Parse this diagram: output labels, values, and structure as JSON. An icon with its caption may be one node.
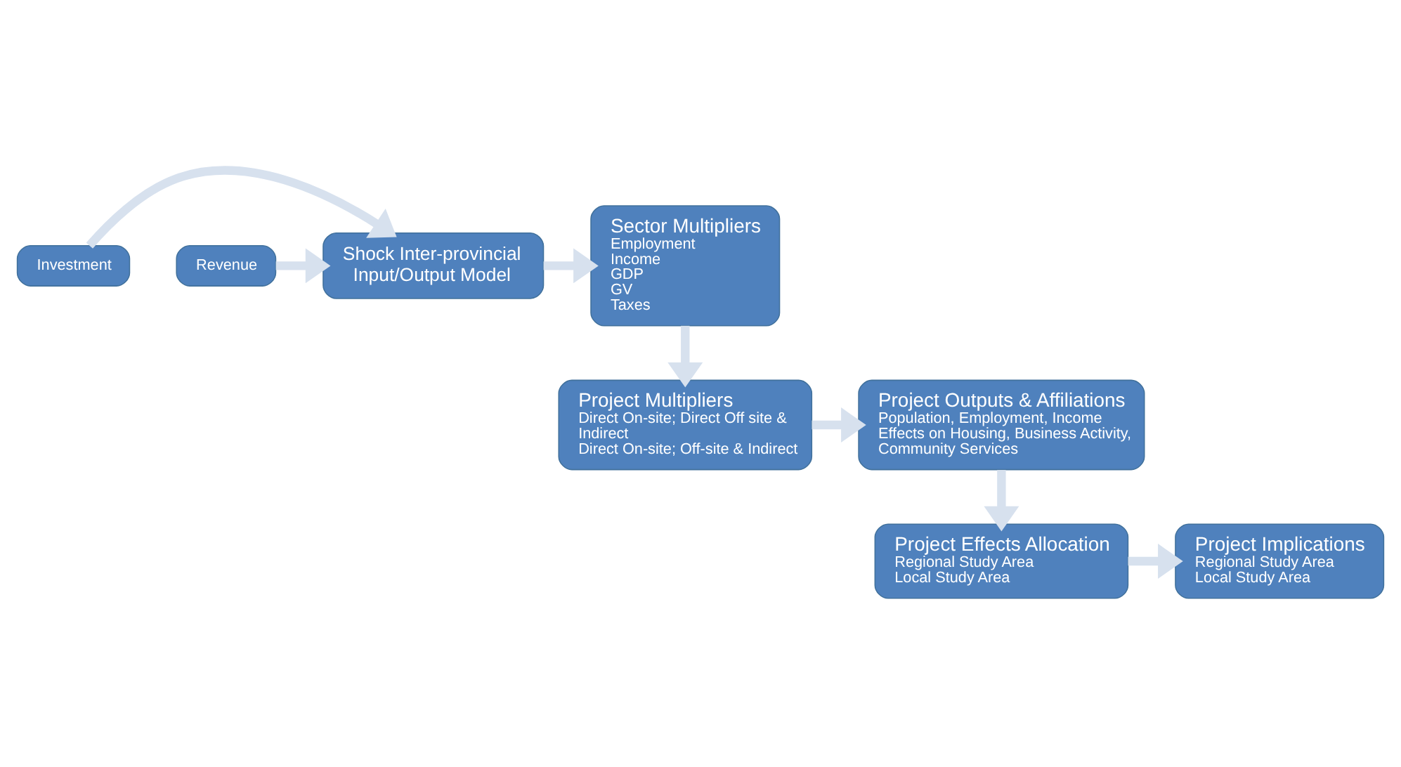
{
  "diagram": {
    "nodes": [
      {
        "text": [
          "Investment"
        ]
      },
      {
        "text": [
          "Revenue"
        ]
      },
      {
        "text": [
          "Shock Inter-provincial Input/Output Model"
        ]
      },
      {
        "text": [
          "Sector Multipliers",
          "Employment",
          "Income",
          "GDP",
          "GV",
          "Taxes"
        ]
      },
      {
        "text": [
          "Project Multipliers",
          "Direct On-site; Direct Off site & Indirect",
          "Direct On-site; Off-site & Indirect"
        ]
      },
      {
        "text": [
          "Project Outputs & Affiliations",
          "Population, Employment, Income",
          "Effects on Housing, Business Activity, Community Services"
        ]
      },
      {
        "text": [
          "Project Effects Allocation",
          "Regional Study Area",
          "Local Study Area"
        ]
      },
      {
        "text": [
          "Project Implications",
          "Regional Study Area",
          "Local Study Area"
        ]
      }
    ],
    "edges": [
      {
        "from": 0,
        "to": 2,
        "arrow": "to"
      },
      {
        "from": 1,
        "to": 2,
        "arrow": "to"
      },
      {
        "from": 2,
        "to": 3,
        "arrow": "to"
      },
      {
        "from": 3,
        "to": 4,
        "arrow": "to"
      },
      {
        "from": 4,
        "to": 5,
        "arrow": "to"
      },
      {
        "from": 5,
        "to": 6,
        "arrow": "to"
      },
      {
        "from": 6,
        "to": 7,
        "arrow": "to"
      }
    ]
  }
}
